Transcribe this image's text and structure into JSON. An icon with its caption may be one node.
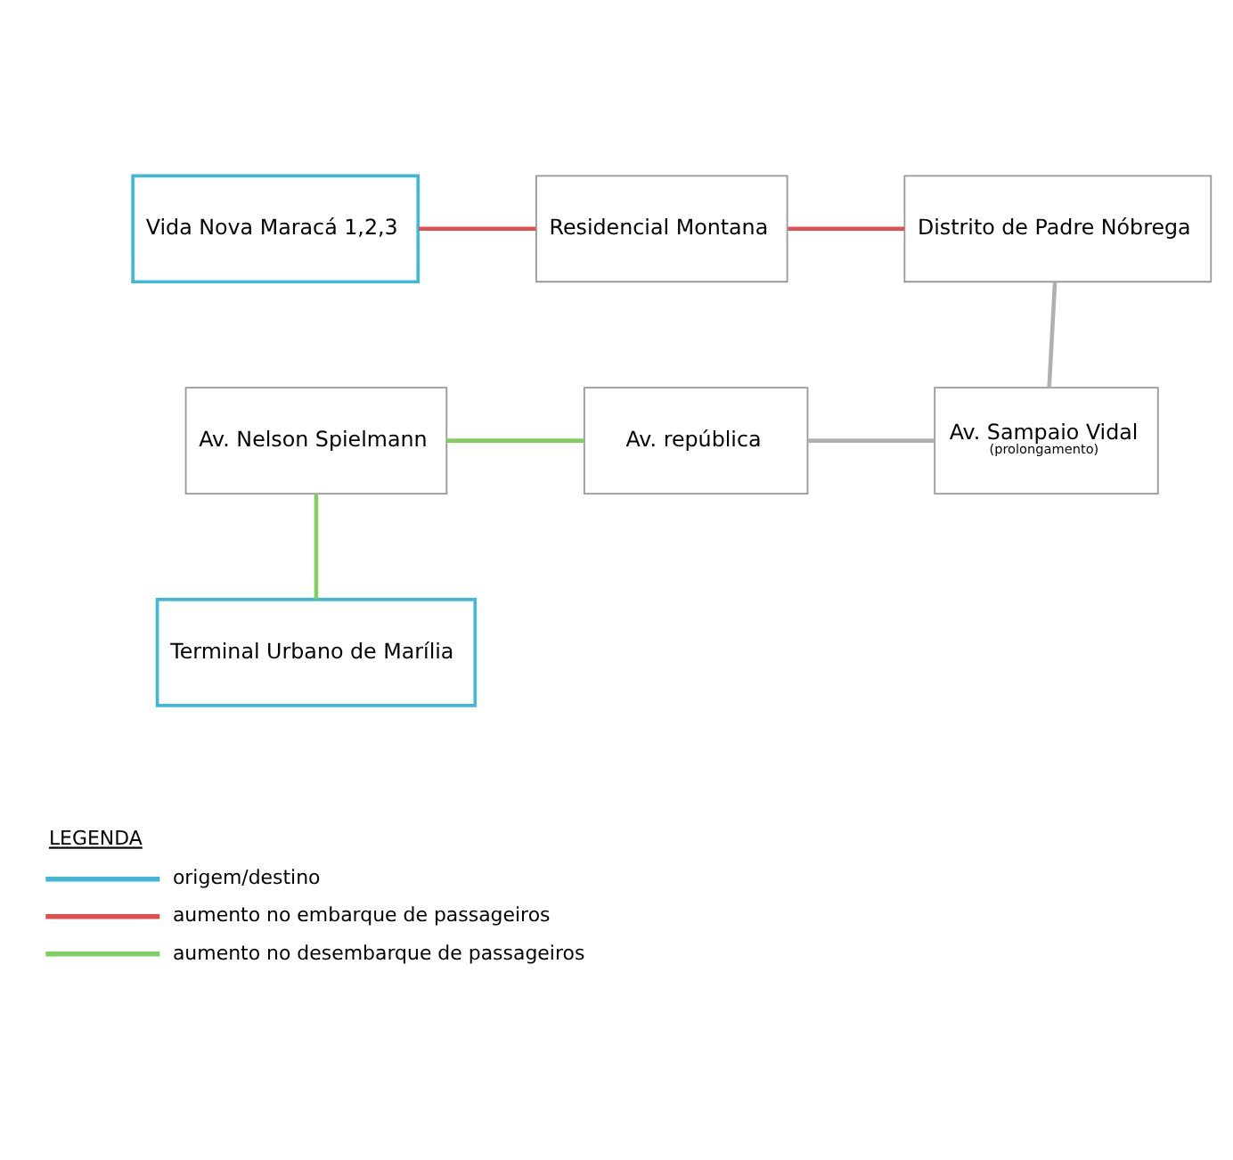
{
  "diagram": {
    "nodes": [
      {
        "text": [
          "Vida Nova Maracá 1,2,3"
        ]
      },
      {
        "text": [
          "Residencial Montana"
        ]
      },
      {
        "text": [
          "Distrito de Padre Nóbrega"
        ]
      },
      {
        "text": [
          "Av. Nelson Spielmann"
        ]
      },
      {
        "text": [
          "Av. república"
        ]
      },
      {
        "text": [
          "Av. Sampaio Vidal",
          "(prolongamento)"
        ]
      },
      {
        "text": [
          "Terminal Urbano de Marília"
        ]
      }
    ],
    "edges": [
      {
        "from": 0,
        "to": 1,
        "arrow": "none",
        "color": "#e05050"
      },
      {
        "from": 1,
        "to": 2,
        "arrow": "none",
        "color": "#e05050"
      },
      {
        "from": 2,
        "to": 5,
        "arrow": "none",
        "color": "#b0b0b0"
      },
      {
        "from": 4,
        "to": 5,
        "arrow": "none",
        "color": "#b0b0b0"
      },
      {
        "from": 3,
        "to": 4,
        "arrow": "none",
        "color": "#80d060"
      },
      {
        "from": 3,
        "to": 6,
        "arrow": "none",
        "color": "#80d060"
      }
    ],
    "labels": [
      "LEGENDA"
    ],
    "legend": [
      {
        "text": "origem/destino",
        "color": "#40b8d8"
      },
      {
        "text": "aumento no embarque de passageiros",
        "color": "#e05050"
      },
      {
        "text": "aumento no desembarque de passageiros",
        "color": "#80d060"
      }
    ]
  }
}
